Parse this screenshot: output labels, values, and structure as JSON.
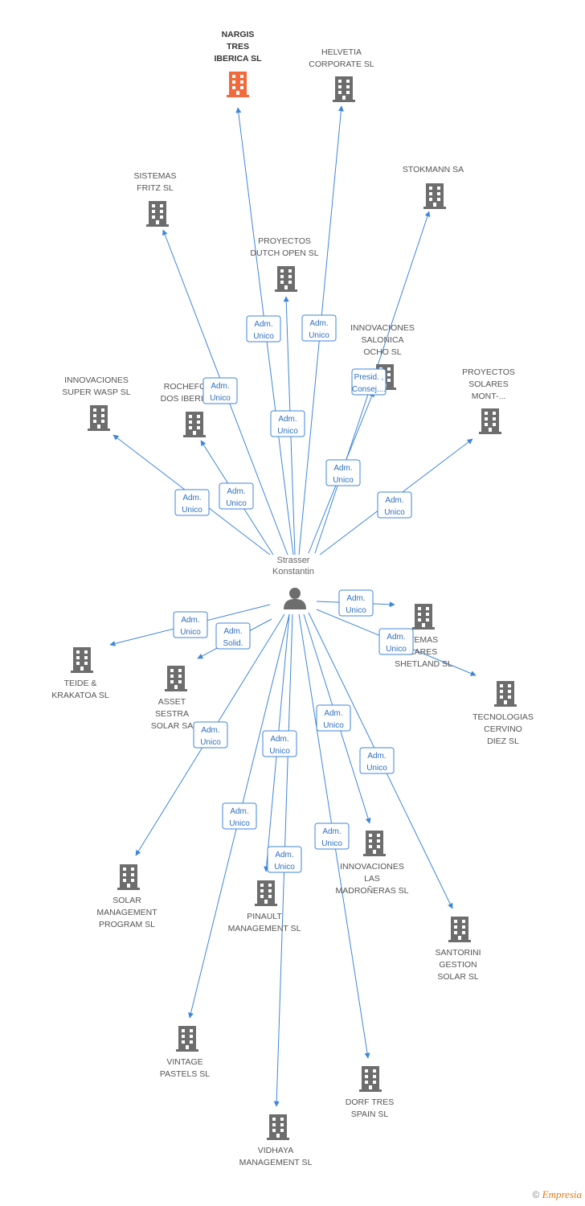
{
  "center": {
    "name_lines": [
      "Strasser",
      "Konstantin"
    ],
    "icon": "person-icon"
  },
  "colors": {
    "edge": "#3f86d8",
    "building": "#6d6d6d",
    "highlight": "#f26a3b"
  },
  "nodes": [
    {
      "id": "nargis",
      "lines": [
        "NARGIS",
        "TRES",
        "IBERICA SL"
      ],
      "highlight": true,
      "rel": [
        "Adm.",
        "Unico"
      ]
    },
    {
      "id": "helvetia",
      "lines": [
        "HELVETIA",
        "CORPORATE SL"
      ],
      "rel": [
        "Adm.",
        "Unico"
      ]
    },
    {
      "id": "stokmann",
      "lines": [
        "STOKMANN SA"
      ],
      "rel": [
        "Adm.",
        "Unico"
      ]
    },
    {
      "id": "sistemas-fritz",
      "lines": [
        "SISTEMAS",
        "FRITZ SL"
      ],
      "rel": [
        "Adm.",
        "Unico"
      ]
    },
    {
      "id": "proyectos-dutch",
      "lines": [
        "PROYECTOS",
        "DUTCH OPEN SL"
      ],
      "rel": [
        "Adm.",
        "Unico"
      ]
    },
    {
      "id": "innovaciones-salonica",
      "lines": [
        "INNOVACIONES",
        "SALONICA",
        "OCHO SL"
      ],
      "rel": [
        "Presid. ,",
        "Consej...."
      ]
    },
    {
      "id": "innovaciones-super-wasp",
      "lines": [
        "INNOVACIONES",
        "SUPER WASP SL"
      ],
      "rel": [
        "Adm.",
        "Unico"
      ]
    },
    {
      "id": "rochefort",
      "lines": [
        "ROCHEFO",
        "DOS IBERIC"
      ],
      "rel": [
        "Adm.",
        "Unico"
      ]
    },
    {
      "id": "proyectos-solares-mont",
      "lines": [
        "PROYECTOS",
        "SOLARES",
        "MONT-..."
      ],
      "rel": [
        "Adm.",
        "Unico"
      ]
    },
    {
      "id": "teide",
      "lines": [
        "TEIDE &",
        "KRAKATOA SL"
      ],
      "rel": [
        "Adm.",
        "Unico"
      ]
    },
    {
      "id": "asset-sestra",
      "lines": [
        "ASSET",
        "SESTRA",
        "SOLAR SA"
      ],
      "rel": [
        "Adm.",
        "Solid."
      ]
    },
    {
      "id": "sistemas-shetland",
      "lines": [
        "TEMAS",
        "LARES",
        "SHETLAND SL"
      ],
      "rel": [
        "Adm.",
        "Unico"
      ]
    },
    {
      "id": "tecnologias-cervino",
      "lines": [
        "TECNOLOGIAS",
        "CERVINO",
        "DIEZ SL"
      ],
      "rel": [
        "Adm.",
        "Unico"
      ]
    },
    {
      "id": "solar-management",
      "lines": [
        "SOLAR",
        "MANAGEMENT",
        "PROGRAM SL"
      ],
      "rel": [
        "Adm.",
        "Unico"
      ]
    },
    {
      "id": "pinault",
      "lines": [
        "PINAULT",
        "MANAGEMENT SL"
      ],
      "rel": [
        "Adm.",
        "Unico"
      ]
    },
    {
      "id": "innovaciones-madronas",
      "lines": [
        "INNOVACIONES",
        "LAS",
        "MADROÑERAS SL"
      ],
      "rel": [
        "Adm.",
        "Unico"
      ]
    },
    {
      "id": "santorini",
      "lines": [
        "SANTORINI",
        "GESTION",
        "SOLAR SL"
      ],
      "rel": [
        "Adm.",
        "Unico"
      ]
    },
    {
      "id": "vintage",
      "lines": [
        "VINTAGE",
        "PASTELS SL"
      ],
      "rel": [
        "Adm.",
        "Unico"
      ]
    },
    {
      "id": "dorf",
      "lines": [
        "DORF TRES",
        "SPAIN SL"
      ],
      "rel": [
        "Adm.",
        "Unico"
      ]
    },
    {
      "id": "vidhaya",
      "lines": [
        "VIDHAYA",
        "MANAGEMENT SL"
      ],
      "rel": [
        "Adm.",
        "Unico"
      ]
    }
  ],
  "footer": {
    "copyright": "©",
    "brand": "Empresia"
  }
}
